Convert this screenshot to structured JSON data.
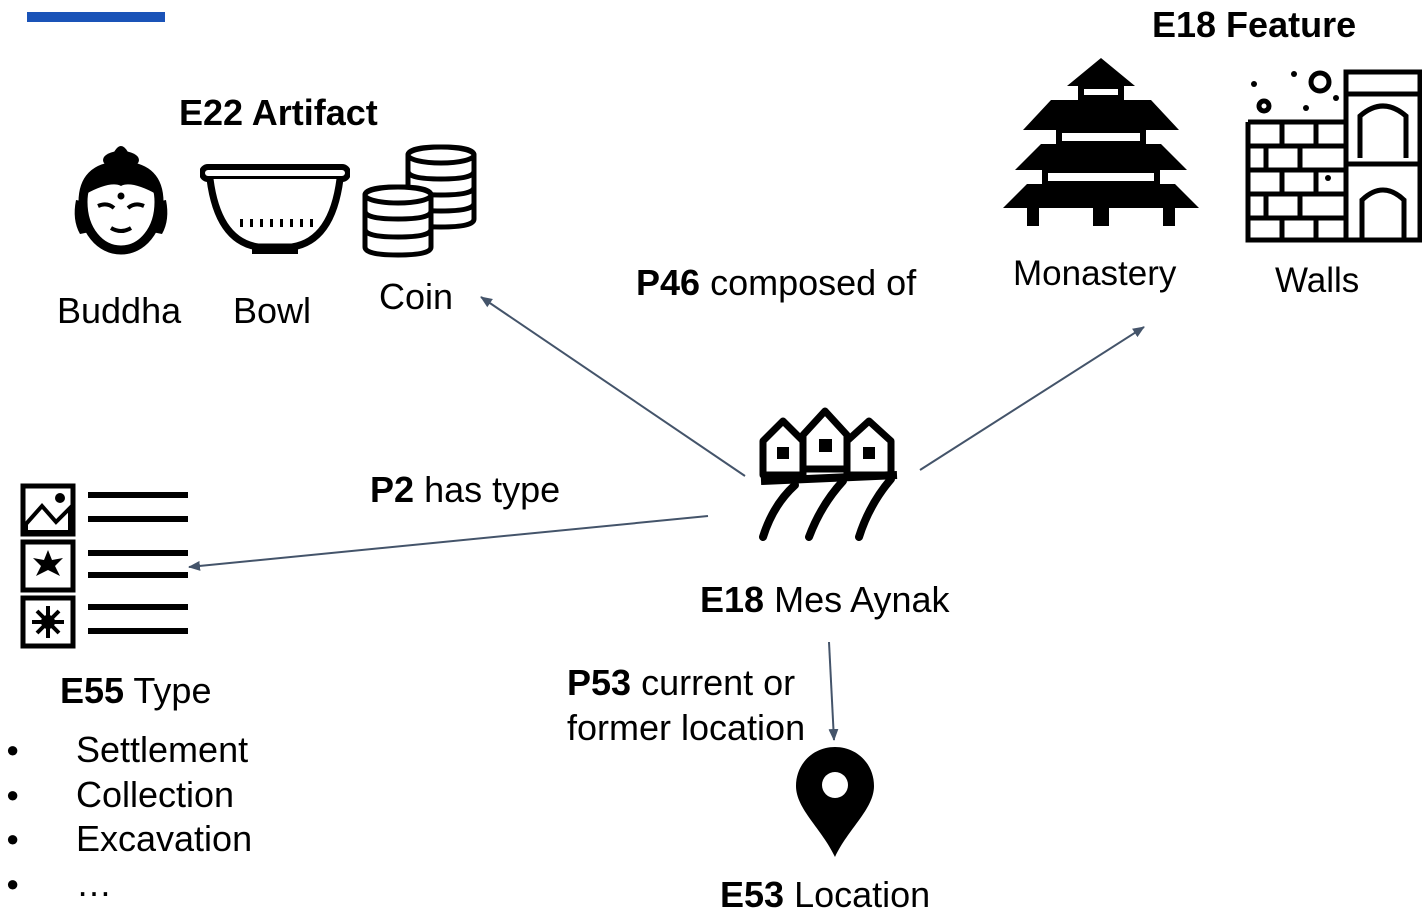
{
  "accent_color": "#1a53b8",
  "arrow_color": "#44546a",
  "artifact": {
    "title": "E22 Artifact",
    "items": [
      {
        "label": "Buddha",
        "icon": "buddha-head-icon"
      },
      {
        "label": "Bowl",
        "icon": "bowl-icon"
      },
      {
        "label": "Coin",
        "icon": "coin-stack-icon"
      }
    ]
  },
  "feature": {
    "title": "E18 Feature",
    "items": [
      {
        "label": "Monastery",
        "icon": "pagoda-icon"
      },
      {
        "label": "Walls",
        "icon": "castle-wall-icon"
      }
    ]
  },
  "center": {
    "code": "E18",
    "name": "Mes Aynak",
    "icon": "village-houses-icon"
  },
  "relations": {
    "composed": {
      "code": "P46",
      "text": "composed of"
    },
    "type": {
      "code": "P2",
      "text": "has type"
    },
    "location": {
      "code": "P53",
      "text_line1": "current or",
      "text_line2": "former location"
    }
  },
  "type_node": {
    "code": "E55",
    "name": "Type",
    "icon": "type-list-icon",
    "bullet": "●",
    "list": [
      "Settlement",
      "Collection",
      "Excavation",
      "…"
    ]
  },
  "location_node": {
    "code": "E53",
    "name": "Location",
    "icon": "map-pin-icon"
  }
}
